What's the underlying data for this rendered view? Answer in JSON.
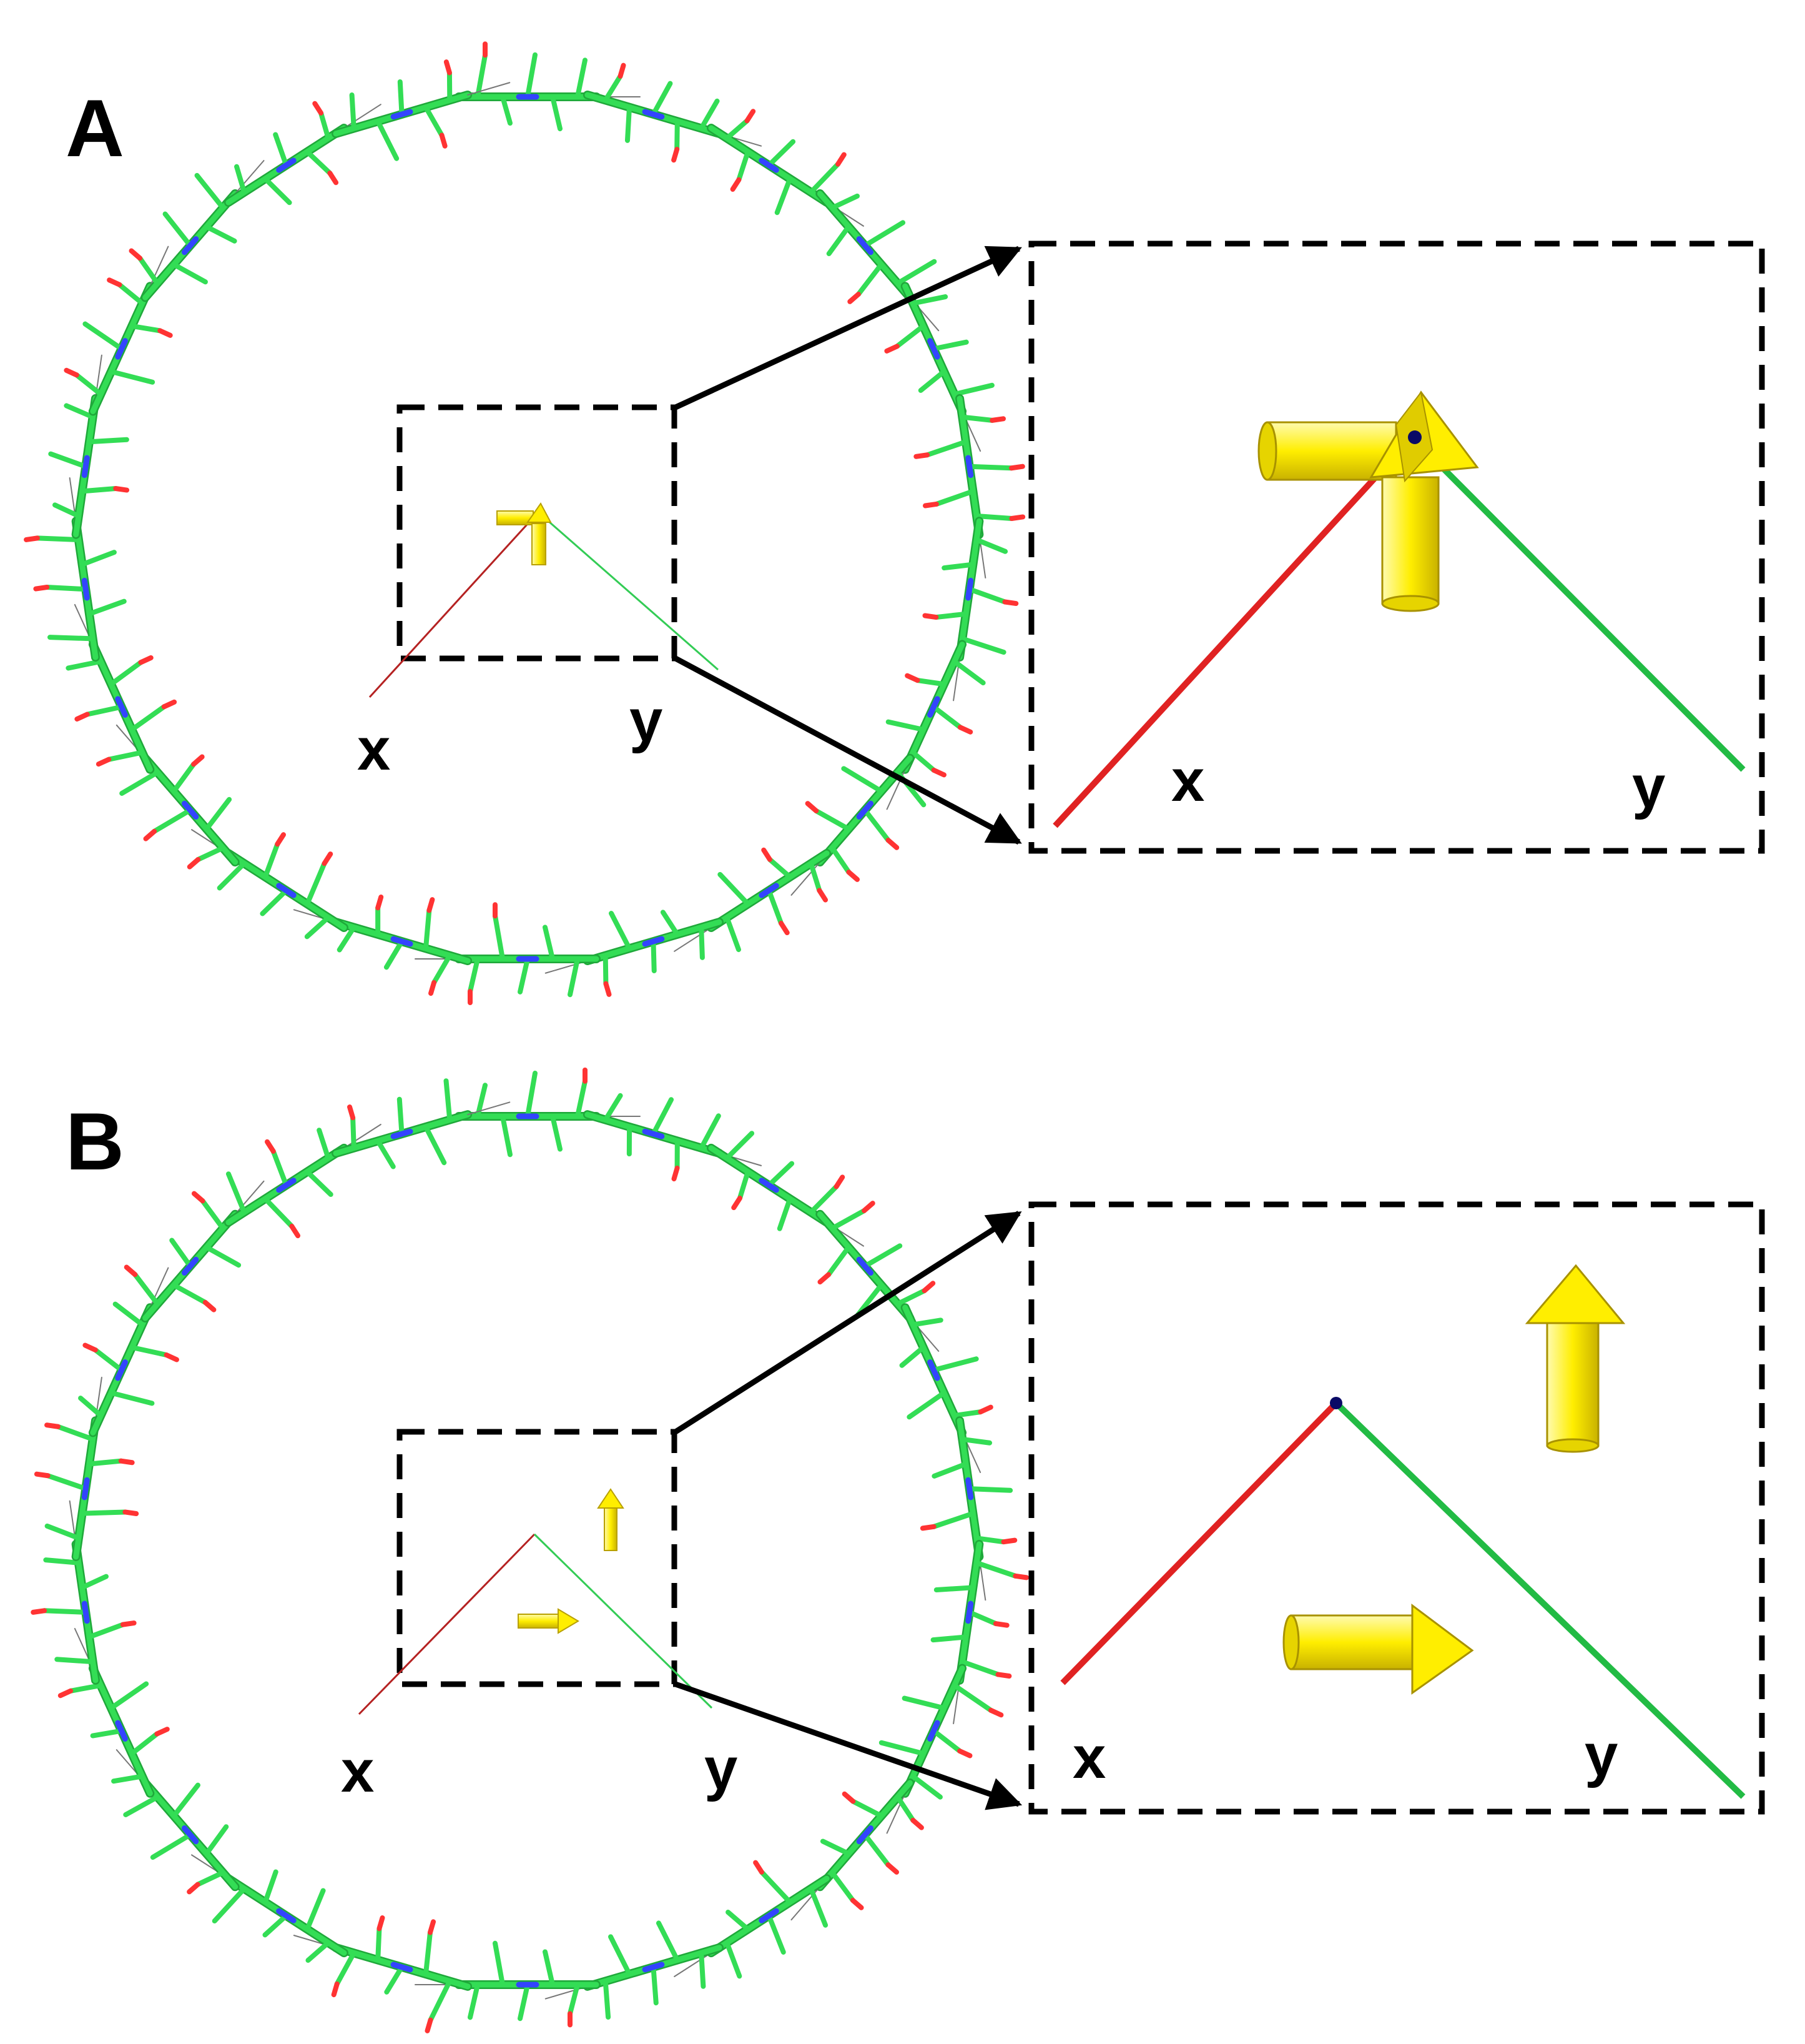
{
  "panels": [
    {
      "label": "A",
      "inset_labels": {
        "x": "x",
        "y": "y"
      },
      "zoom_labels": {
        "x": "x",
        "y": "y"
      }
    },
    {
      "label": "B",
      "inset_labels": {
        "x": "x",
        "y": "y"
      },
      "zoom_labels": {
        "x": "x",
        "y": "y"
      }
    }
  ],
  "colors": {
    "molecule_carbon": "#33dd55",
    "molecule_oxygen": "#ff3333",
    "molecule_nitrogen": "#3344ff",
    "x_axis": "#dd2222",
    "y_axis": "#22bb44",
    "dipole_arrow": "#ffee00",
    "dipole_arrow_shade": "#d4c000",
    "origin": "#0a0a66",
    "frame": "#000000"
  }
}
